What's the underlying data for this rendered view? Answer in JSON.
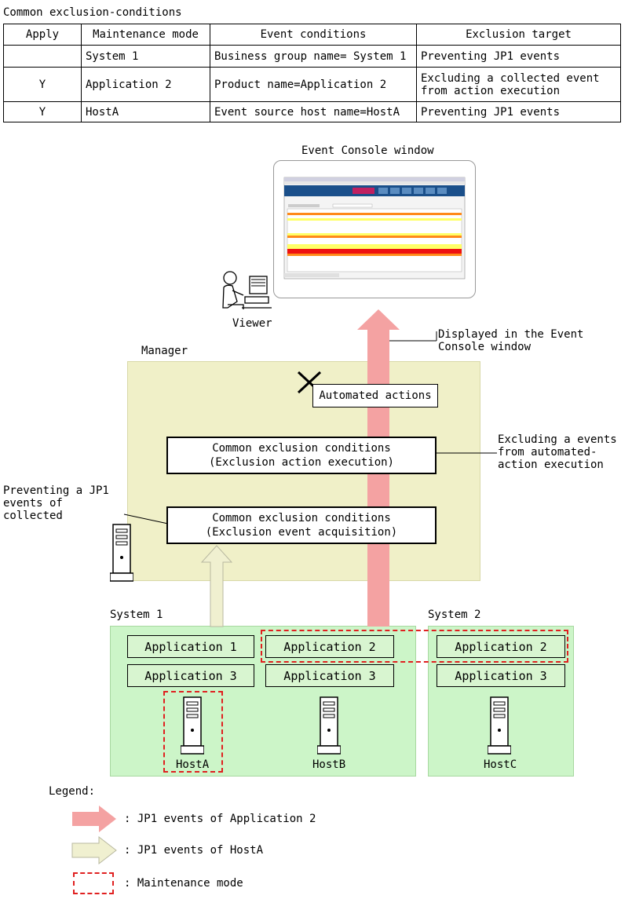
{
  "table": {
    "caption": "Common exclusion-conditions",
    "headers": [
      "Apply",
      "Maintenance mode",
      "Event conditions",
      "Exclusion target"
    ],
    "rows": [
      {
        "apply": "",
        "mode": "System 1",
        "cond": "Business group name= System 1",
        "target": [
          "Preventing JP1 events"
        ]
      },
      {
        "apply": "Y",
        "mode": "Application 2",
        "cond": "Product name=Application 2",
        "target": [
          "Excluding a collected event",
          "from action execution"
        ]
      },
      {
        "apply": "Y",
        "mode": "HostA",
        "cond": "Event source host name=HostA",
        "target": [
          "Preventing JP1 events"
        ]
      }
    ]
  },
  "diagram": {
    "event_console_title": "Event Console window",
    "viewer_label": "Viewer",
    "manager_label": "Manager",
    "displayed_note": [
      "Displayed in the Event",
      "Console window"
    ],
    "automated_actions": "Automated actions",
    "exclusion_action_box": [
      "Common exclusion conditions",
      "(Exclusion action execution)"
    ],
    "exclusion_acq_box": [
      "Common exclusion conditions",
      "(Exclusion event acquisition)"
    ],
    "excluding_note": [
      "Excluding a events",
      "from automated-",
      "action execution"
    ],
    "preventing_note": [
      "Preventing a JP1",
      "events of",
      "collected"
    ],
    "system1_label": "System 1",
    "system2_label": "System 2",
    "apps": {
      "s1_app1": "Application 1",
      "s1_app3": "Application 3",
      "s1b_app2": "Application 2",
      "s1b_app3": "Application 3",
      "s2_app2": "Application 2",
      "s2_app3": "Application 3"
    },
    "hosts": {
      "a": "HostA",
      "b": "HostB",
      "c": "HostC"
    }
  },
  "legend": {
    "title": "Legend:",
    "red_arrow": ": JP1 events of Application 2",
    "yellow_arrow": ": JP1 events of HostA",
    "dashed_box": ": Maintenance mode"
  },
  "colors": {
    "red_arrow": "#f4a2a2",
    "yellow_arrow": "#f0f0d0",
    "manager_bg": "#f0f0c8",
    "system_bg": "#ccf5c8",
    "app_bg": "#d8f5d0",
    "maintenance_dash": "#e02020"
  }
}
